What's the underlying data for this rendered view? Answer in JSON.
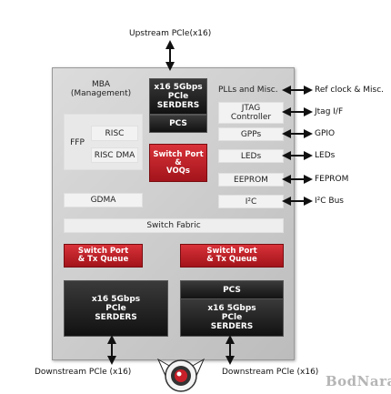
{
  "top_label": "Upstream PCle(x16)",
  "bottom_left_label": "Downstream PCle (x16)",
  "bottom_right_label": "Downstream PCle (x16)",
  "watermark": "BodNara",
  "chip": {
    "mba": [
      "MBA",
      "(Management)"
    ],
    "ffp": "FFP",
    "risc": "RISC",
    "risc_dma": "RISC DMA",
    "gdma": "GDMA",
    "switch_fabric": "Switch Fabric",
    "upstream_serdes": [
      "x16 5Gbps",
      "PCle",
      "SERDERS"
    ],
    "pcs": "PCS",
    "switch_port_voqs": [
      "Switch Port",
      "&",
      "VOQs"
    ],
    "pll": "PLLs and Misc.",
    "jtag": [
      "JTAG",
      "Controller"
    ],
    "gpps": "GPPs",
    "leds": "LEDs",
    "eeprom": "EEPROM",
    "i2c": "I²C",
    "switch_tx_left": [
      "Switch Port",
      "& Tx Queue"
    ],
    "switch_tx_right": [
      "Switch Port",
      "& Tx Queue"
    ],
    "serdes_left": [
      "x16 5Gbps",
      "PCle",
      "SERDERS"
    ],
    "pcs_right": "PCS",
    "serdes_right": [
      "x16 5Gbps",
      "PCle",
      "SERDERS"
    ]
  },
  "external": {
    "ref_clock": "Ref clock & Misc.",
    "jtag_if": "Jtag I/F",
    "gpio": "GPIO",
    "leds": "LEDs",
    "feprom": "FEPROM",
    "i2c_bus": "I²C Bus"
  }
}
